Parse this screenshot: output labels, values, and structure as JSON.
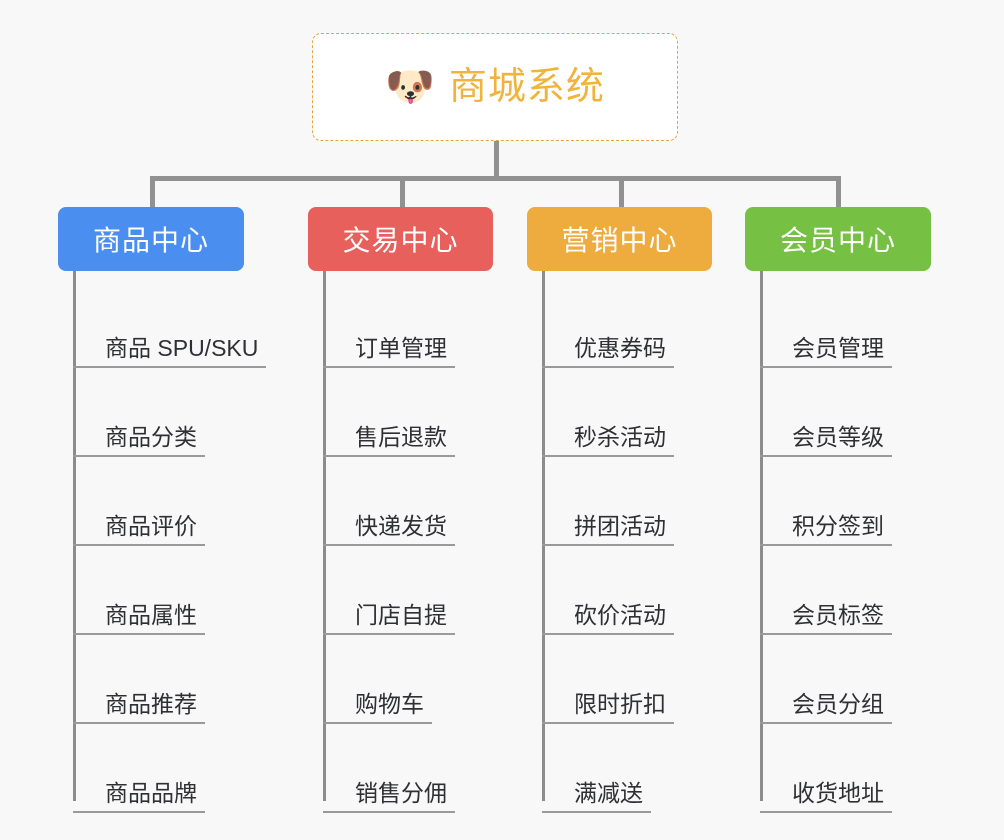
{
  "diagram": {
    "type": "mindmap",
    "background_color": "#f8f8f8",
    "root": {
      "icon": "shiba-dog-face-icon",
      "emoji": "🐶",
      "title": "商城系统",
      "text_color": "#f0b43c",
      "border_color": "#e8a33d",
      "background_color": "#ffffff"
    },
    "connector_color": "#919191",
    "branches": [
      {
        "id": "product-center",
        "label": "商品中心",
        "color": "#4a8ef0",
        "items": [
          {
            "label": "商品 SPU/SKU"
          },
          {
            "label": "商品分类"
          },
          {
            "label": "商品评价"
          },
          {
            "label": "商品属性"
          },
          {
            "label": "商品推荐"
          },
          {
            "label": "商品品牌"
          }
        ]
      },
      {
        "id": "trade-center",
        "label": "交易中心",
        "color": "#e8605c",
        "items": [
          {
            "label": "订单管理"
          },
          {
            "label": "售后退款"
          },
          {
            "label": "快递发货"
          },
          {
            "label": "门店自提"
          },
          {
            "label": "购物车"
          },
          {
            "label": "销售分佣"
          }
        ]
      },
      {
        "id": "marketing-center",
        "label": "营销中心",
        "color": "#eeab3e",
        "items": [
          {
            "label": "优惠券码"
          },
          {
            "label": "秒杀活动"
          },
          {
            "label": "拼团活动"
          },
          {
            "label": "砍价活动"
          },
          {
            "label": "限时折扣"
          },
          {
            "label": "满减送"
          }
        ]
      },
      {
        "id": "member-center",
        "label": "会员中心",
        "color": "#76c043",
        "items": [
          {
            "label": "会员管理"
          },
          {
            "label": "会员等级"
          },
          {
            "label": "积分签到"
          },
          {
            "label": "会员标签"
          },
          {
            "label": "会员分组"
          },
          {
            "label": "收货地址"
          }
        ]
      }
    ]
  }
}
